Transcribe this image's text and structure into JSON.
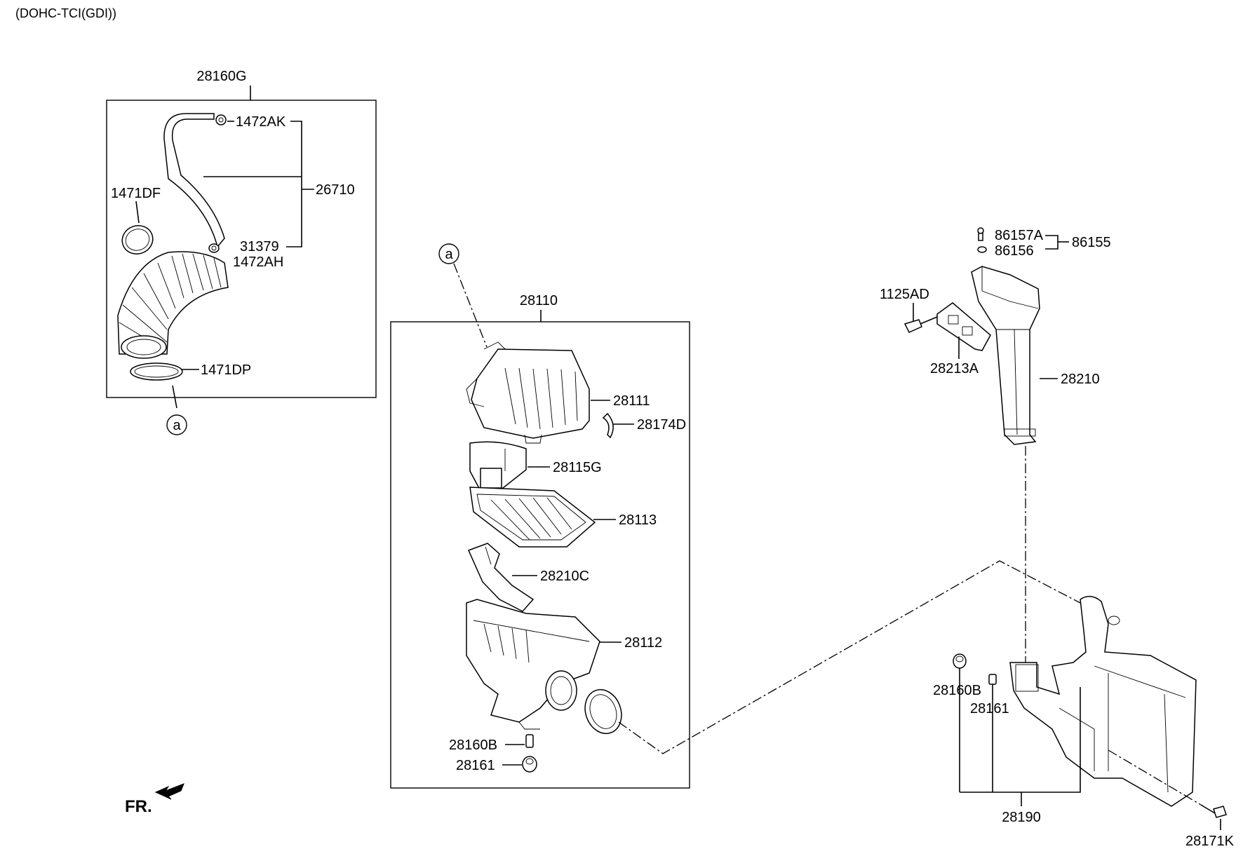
{
  "header": {
    "engine_type": "(DOHC-TCI(GDI))"
  },
  "orientation": {
    "label": "FR."
  },
  "ref_marker": "a",
  "groups": {
    "breather_assy": "28160G",
    "cleaner_assy": "28110",
    "resonator_assy": "28190"
  },
  "parts": {
    "p1472AK": "1472AK",
    "p26710": "26710",
    "p1471DF": "1471DF",
    "p31379": "31379",
    "p1472AH": "1472AH",
    "p1471DP": "1471DP",
    "p28111": "28111",
    "p28174D": "28174D",
    "p28115G": "28115G",
    "p28113": "28113",
    "p28210C": "28210C",
    "p28112": "28112",
    "p28160B_left": "28160B",
    "p28161_left": "28161",
    "p86157A": "86157A",
    "p86155": "86155",
    "p86156": "86156",
    "p1125AD": "1125AD",
    "p28213A": "28213A",
    "p28210": "28210",
    "p28160B_right": "28160B",
    "p28161_right": "28161",
    "p28171K": "28171K"
  }
}
